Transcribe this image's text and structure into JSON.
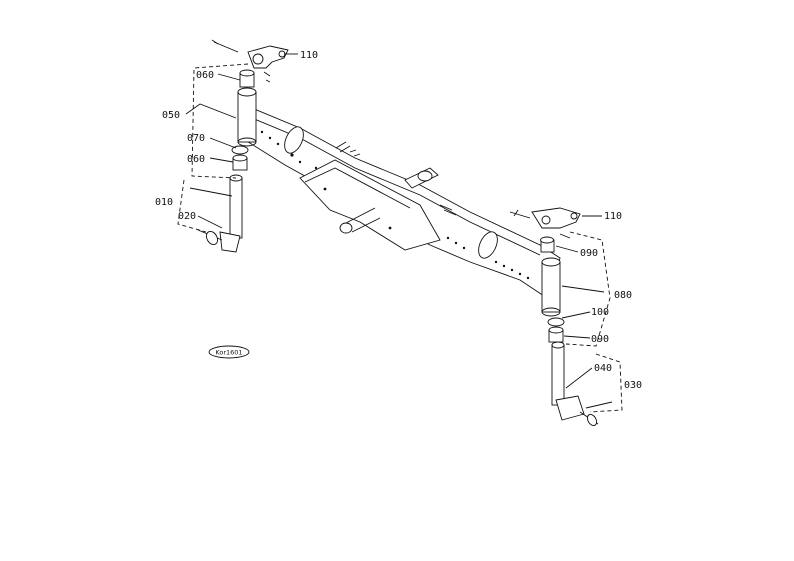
{
  "parts": {
    "p110_left": "110",
    "p060_top": "060",
    "p050": "050",
    "p070": "070",
    "p060_bottom": "060",
    "p010": "010",
    "p020": "020",
    "p110_right": "110",
    "p090_top": "090",
    "p080": "080",
    "p100": "100",
    "p090_bottom": "090",
    "p040": "040",
    "p030": "030"
  },
  "stamp": "Kor1601",
  "colors": {
    "ink": "#111111",
    "background": "#ffffff"
  }
}
